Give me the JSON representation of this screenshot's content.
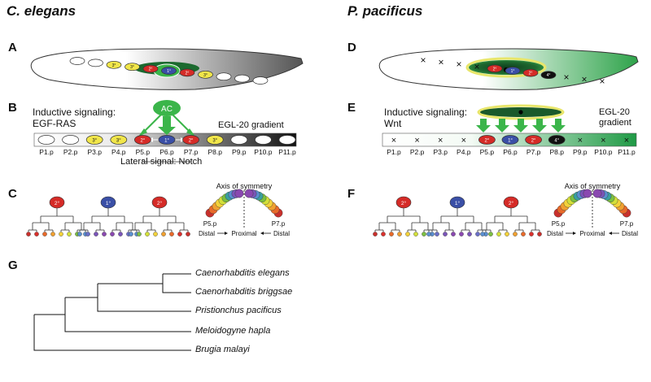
{
  "titles": {
    "left": "C. elegans",
    "right": "P. pacificus"
  },
  "panels": [
    "A",
    "B",
    "C",
    "D",
    "E",
    "F",
    "G"
  ],
  "ce": {
    "ac_label": "AC",
    "signal_line1": "Inductive signaling:",
    "signal_line2": "EGF-RAS",
    "gradient_label": "EGL-20 gradient",
    "lateral_label": "Lateral signal: Notch",
    "cells": [
      "P1.p",
      "P2.p",
      "P3.p",
      "P4.p",
      "P5.p",
      "P6.p",
      "P7.p",
      "P8.p",
      "P9.p",
      "P10.p",
      "P11.p"
    ],
    "fates": [
      "",
      "",
      "3°",
      "3°",
      "2°",
      "1°",
      "2°",
      "3°",
      "",
      "",
      ""
    ],
    "lineage_fates": [
      "2°",
      "1°",
      "2°"
    ],
    "symmetry": {
      "axis": "Axis of symmetry",
      "left_cell": "P5.p",
      "right_cell": "P7.p",
      "distal": "Distal",
      "proximal": "Proximal"
    }
  },
  "pp": {
    "signal_line1": "Inductive signaling:",
    "signal_line2": "Wnt",
    "gradient_line1": "EGL-20",
    "gradient_line2": "gradient",
    "cells": [
      "P1.p",
      "P2.p",
      "P3.p",
      "P4.p",
      "P5.p",
      "P6.p",
      "P7.p",
      "P8.p",
      "P9.p",
      "P10.p",
      "P11.p"
    ],
    "fates": [
      "×",
      "×",
      "×",
      "×",
      "2°",
      "1°",
      "2°",
      "4°",
      "×",
      "×",
      "×"
    ],
    "lineage_fates": [
      "2°",
      "1°",
      "2°"
    ],
    "symmetry": {
      "axis": "Axis of symmetry",
      "left_cell": "P5.p",
      "right_cell": "P7.p",
      "distal": "Distal",
      "proximal": "Proximal"
    }
  },
  "tree": {
    "species": [
      "Caenorhabditis elegans",
      "Caenorhabditis briggsae",
      "Pristionchus pacificus",
      "Meloidogyne hapla",
      "Brugia malayi"
    ]
  },
  "colors": {
    "primary": "#3a4fa6",
    "secondary": "#d52b27",
    "tertiary": "#f1e64a",
    "quaternary": "#111111",
    "ac_green": "#3bb54a",
    "gonad_green": "#1a6a2e"
  }
}
